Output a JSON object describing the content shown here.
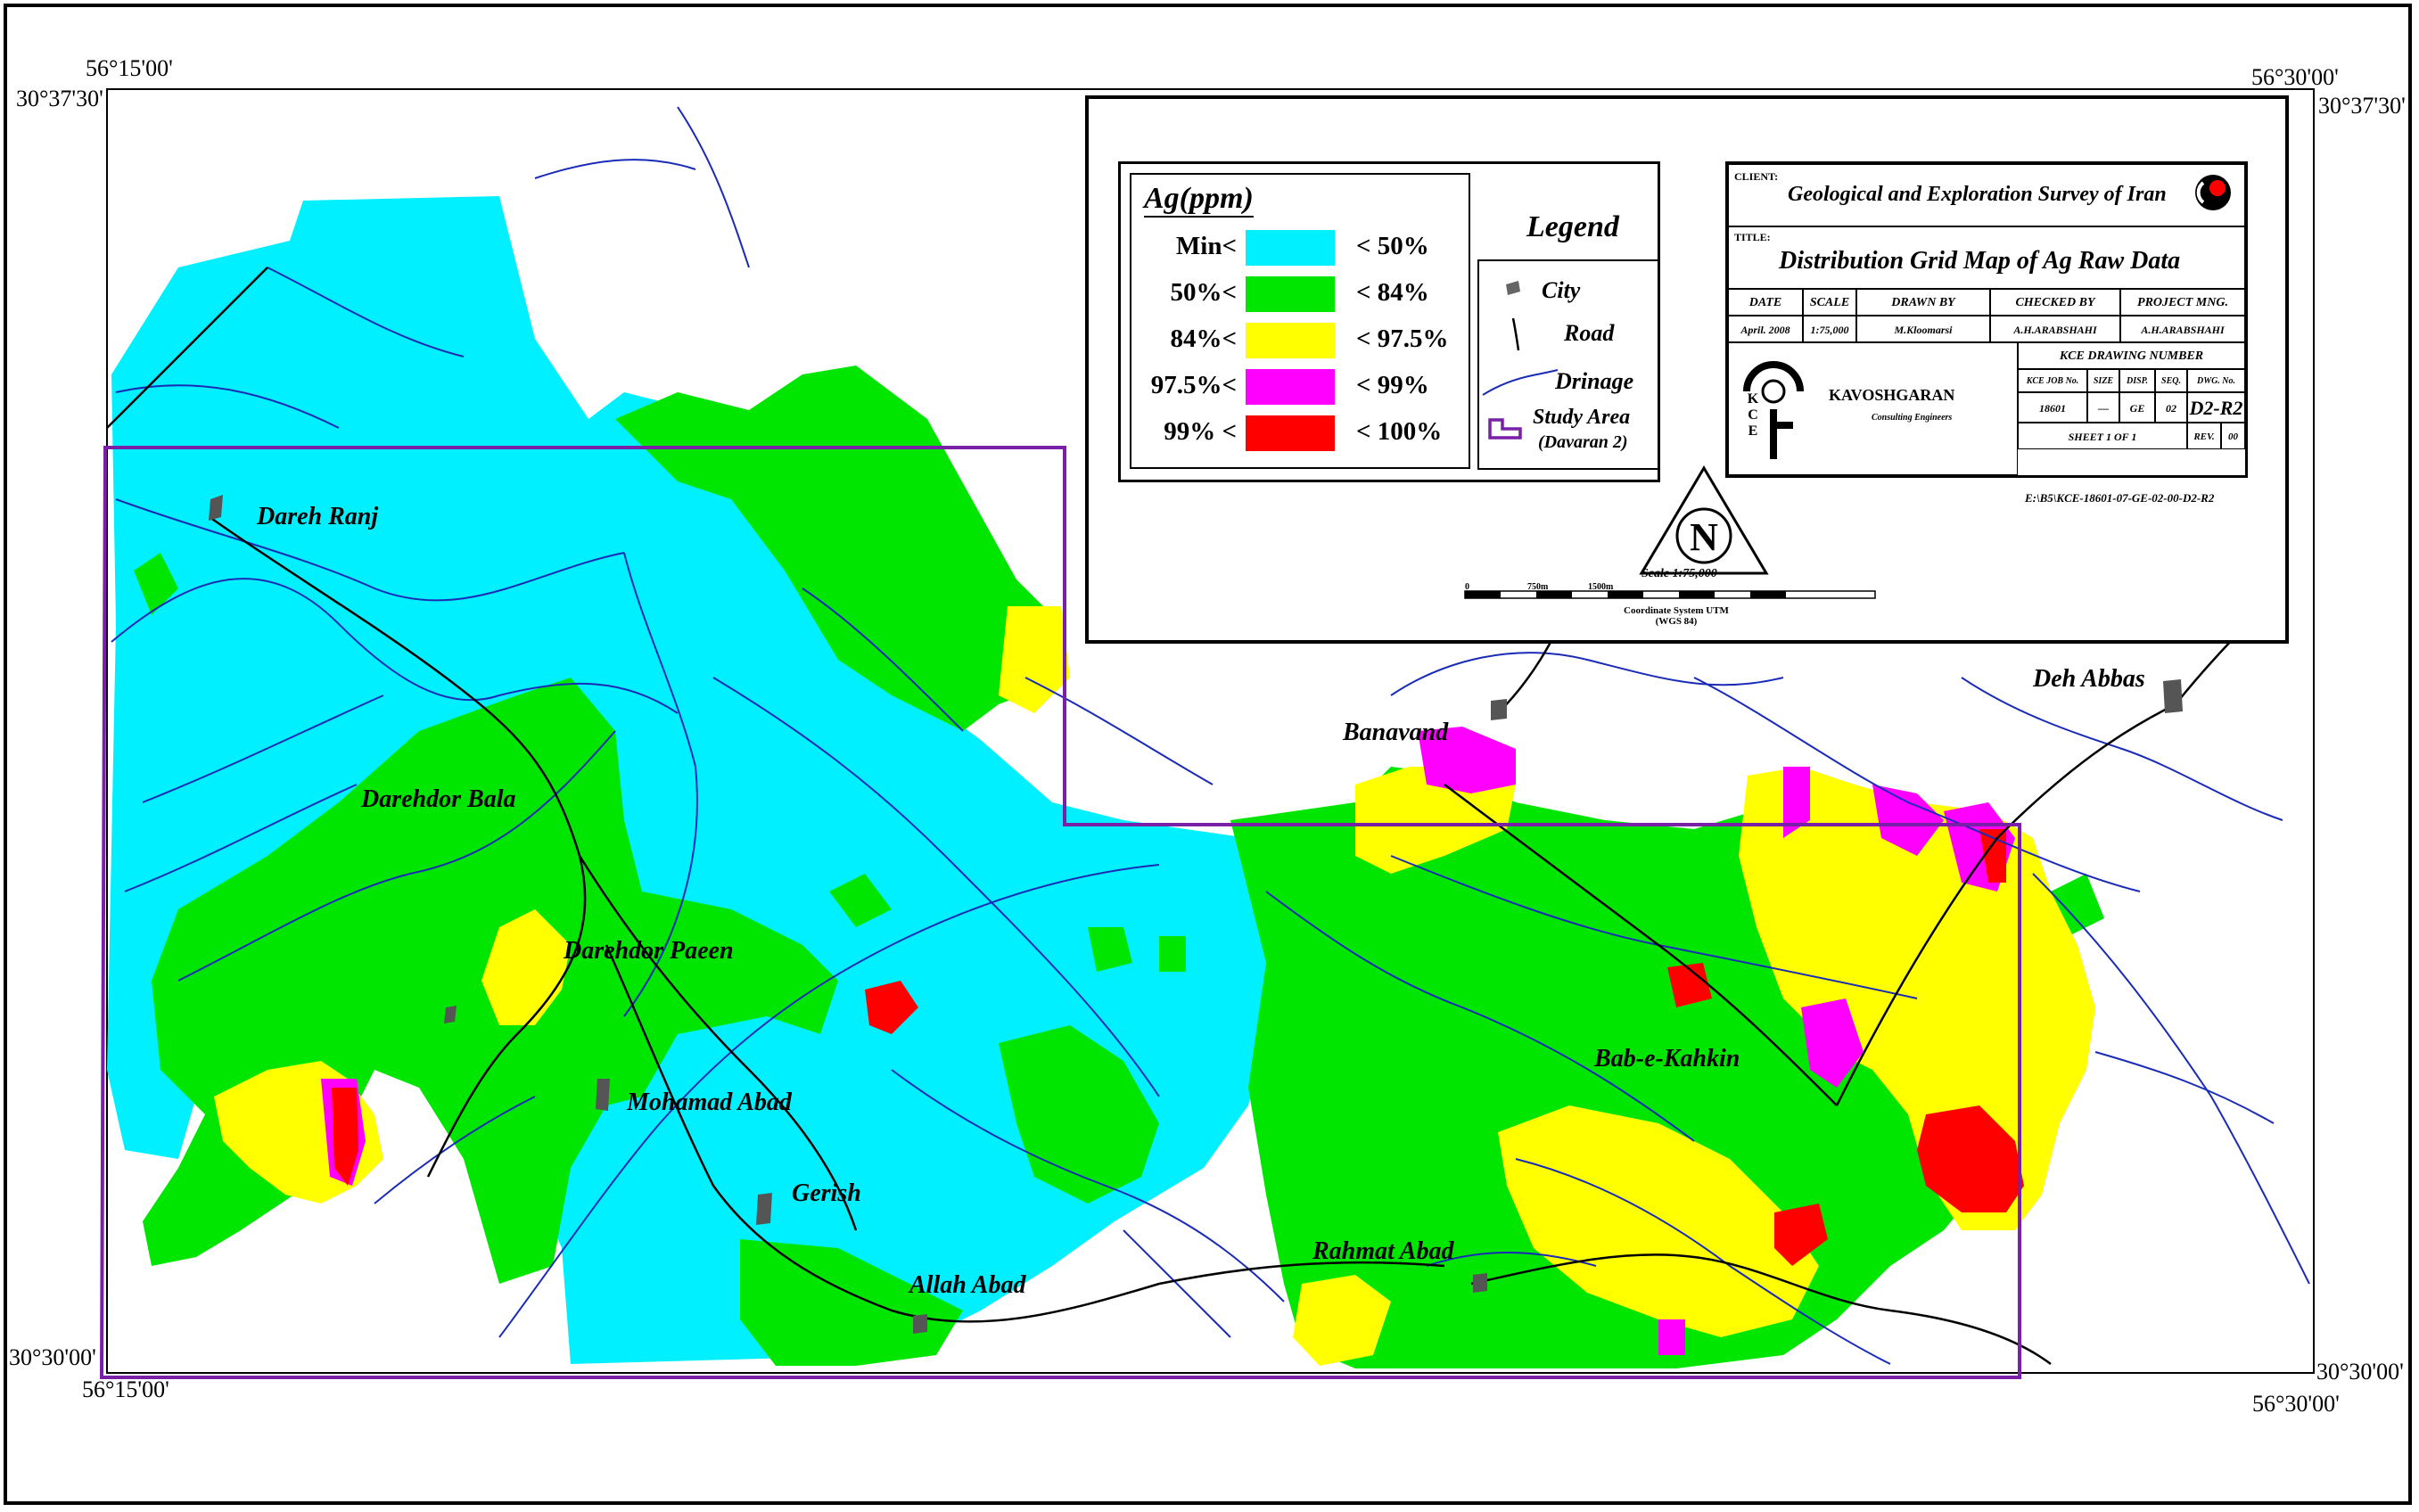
{
  "coordinates": {
    "top_left_lon": "56°15'00'",
    "top_left_lat": "30°37'30'",
    "top_right_lon": "56°30'00'",
    "top_right_lat": "30°37'30'",
    "bottom_left_lat": "30°30'00'",
    "bottom_left_lon": "56°15'00'",
    "bottom_right_lat": "30°30'00'",
    "bottom_right_lon": "56°30'00'"
  },
  "towns": [
    {
      "name": "Dareh Ranj"
    },
    {
      "name": "Darehdor Bala"
    },
    {
      "name": "Darehdor Paeen"
    },
    {
      "name": "Mohamad Abad"
    },
    {
      "name": "Gerish"
    },
    {
      "name": "Allah Abad"
    },
    {
      "name": "Banavand"
    },
    {
      "name": "Deh Abbas"
    },
    {
      "name": "Bab-e-Kahkin"
    },
    {
      "name": "Rahmat Abad"
    }
  ],
  "ag_legend": {
    "title": "Ag(ppm)",
    "rows": [
      {
        "min": "Min<",
        "max": "< 50%",
        "color": "#00f0ff"
      },
      {
        "min": "50%<",
        "max": "< 84%",
        "color": "#00e600"
      },
      {
        "min": "84%<",
        "max": "< 97.5%",
        "color": "#ffff00"
      },
      {
        "min": "97.5%<",
        "max": "< 99%",
        "color": "#ff00ff"
      },
      {
        "min": "99% <",
        "max": "< 100%",
        "color": "#ff0000"
      }
    ]
  },
  "legend": {
    "title": "Legend",
    "city": "City",
    "road": "Road",
    "drainage": "Drinage",
    "study_area": "Study Area",
    "study_area_sub": "(Davaran 2)"
  },
  "title_block": {
    "client_label": "CLIENT:",
    "client": "Geological and Exploration Survey of Iran",
    "title_label": "TITLE:",
    "title": "Distribution Grid Map of Ag Raw Data",
    "headers": [
      "DATE",
      "SCALE",
      "DRAWN BY",
      "CHECKED BY",
      "PROJECT MNG."
    ],
    "values": [
      "April. 2008",
      "1:75,000",
      "M.Kloomarsi",
      "A.H.ARABSHAHI",
      "A.H.ARABSHAHI"
    ],
    "company": "KAVOSHGARAN",
    "company_sub": "Consulting Engineers",
    "company_letters": "KCE",
    "drawing_number_label": "KCE DRAWING NUMBER",
    "dn_headers": [
      "KCE JOB No.",
      "SIZE",
      "DISP.",
      "SEQ.",
      "DWG. No."
    ],
    "dn_values": [
      "18601",
      "—",
      "GE",
      "02",
      "D2-R2"
    ],
    "sheet": "SHEET 1 OF 1",
    "rev_label": "REV.",
    "rev": "00"
  },
  "drawing_path": "E:\\B5\\KCE-18601-07-GE-02-00-D2-R2",
  "north": "N",
  "scale": {
    "text": "Scale 1:75,000",
    "ticks": [
      "0",
      "750m",
      "1500m"
    ],
    "coord_system": "Coordinate System UTM",
    "datum": "(WGS 84)"
  },
  "colors": {
    "cyan": "#00f0ff",
    "green": "#00e600",
    "yellow": "#ffff00",
    "magenta": "#ff00ff",
    "red": "#ff0000",
    "drainage": "#1a2bb8",
    "study_area": "#7a1fa8"
  }
}
